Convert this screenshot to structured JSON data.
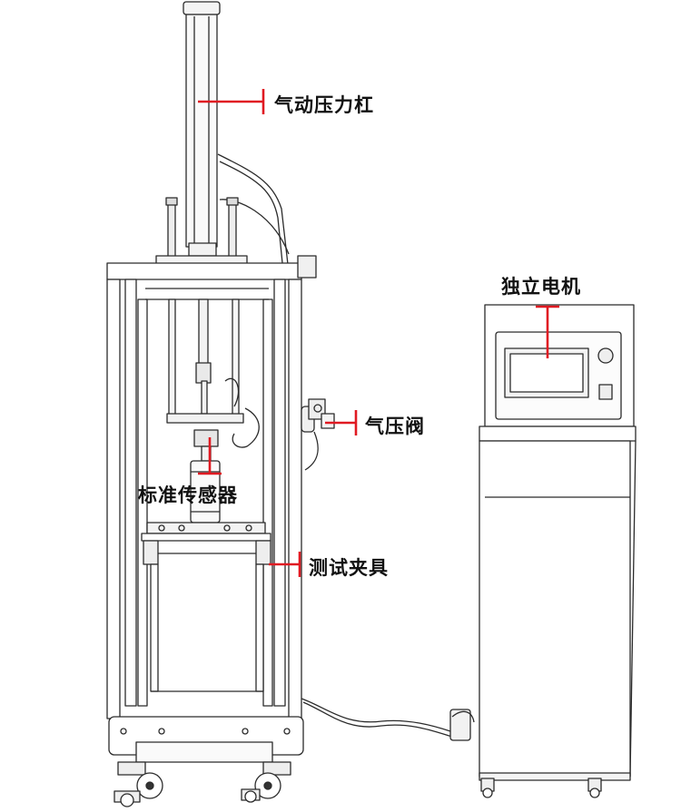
{
  "labels": {
    "cylinder": "气动压力杠",
    "motor": "独立电机",
    "valve": "气压阀",
    "sensor": "标准传感器",
    "fixture": "测试夹具"
  },
  "colors": {
    "leader": "#e01a22",
    "line": "#2b2b2b",
    "fill": "#ffffff"
  }
}
